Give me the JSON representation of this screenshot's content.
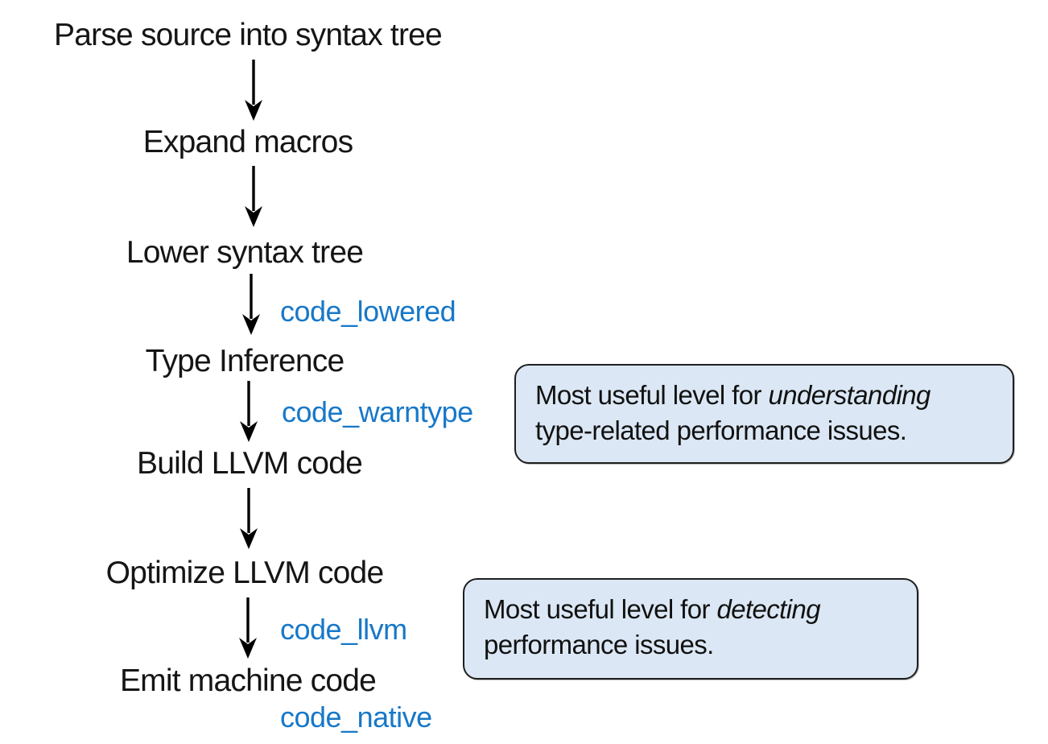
{
  "flow": {
    "stages": [
      {
        "label": "Parse source into syntax tree"
      },
      {
        "label": "Expand macros"
      },
      {
        "label": "Lower syntax tree"
      },
      {
        "label": "Type Inference"
      },
      {
        "label": "Build LLVM code"
      },
      {
        "label": "Optimize LLVM code"
      },
      {
        "label": "Emit machine code"
      }
    ],
    "code_labels": [
      {
        "label": "code_lowered"
      },
      {
        "label": "code_warntype"
      },
      {
        "label": "code_llvm"
      },
      {
        "label": "code_native"
      }
    ]
  },
  "callouts": [
    {
      "prefix": "Most useful level for ",
      "emphasis": "understanding",
      "line2": "type-related performance issues."
    },
    {
      "prefix": "Most useful level for ",
      "emphasis": "detecting",
      "line2": "performance issues."
    }
  ],
  "colors": {
    "code_label_blue": "#1778c8",
    "stage_text": "#151515",
    "callout_fill": "#dbe7f4",
    "callout_border": "#1f1f1f",
    "arrow": "#000000"
  }
}
